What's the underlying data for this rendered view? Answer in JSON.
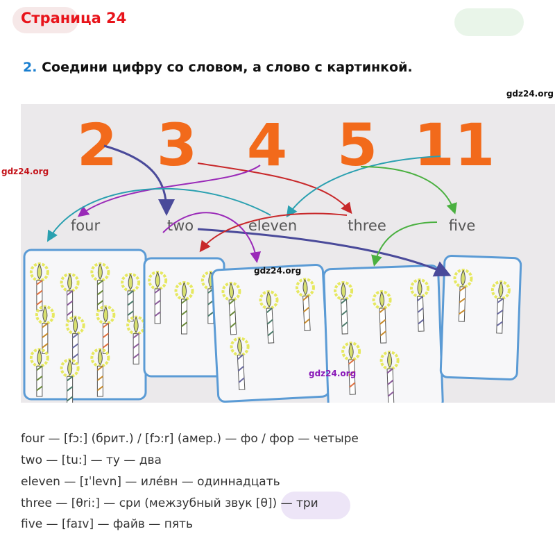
{
  "page_title": "Страница 24",
  "task": {
    "number": "2.",
    "text": "Соедини цифру со словом, а слово с картинкой."
  },
  "watermark": "gdz24.org",
  "picture": {
    "numbers": [
      "2",
      "3",
      "4",
      "5",
      "11"
    ],
    "words": [
      "four",
      "two",
      "eleven",
      "three",
      "five"
    ],
    "card_candle_counts": [
      11,
      3,
      4,
      5,
      2
    ],
    "colors": {
      "numbers": "#f26a1b",
      "card_border": "#5b9bd5",
      "background": "#ebe9eb"
    }
  },
  "transcriptions": [
    "four — [fɔ:] (брит.) / [fɔ:r] (амер.) — фо / фор — четыре",
    "two — [tu:] — ту — два",
    "eleven — [ɪˈlevn] — иле́вн — одиннадцать",
    "three — [θri:] — сри (межзубный звук [θ]) — три",
    "five — [faɪv] — файв — пять"
  ]
}
